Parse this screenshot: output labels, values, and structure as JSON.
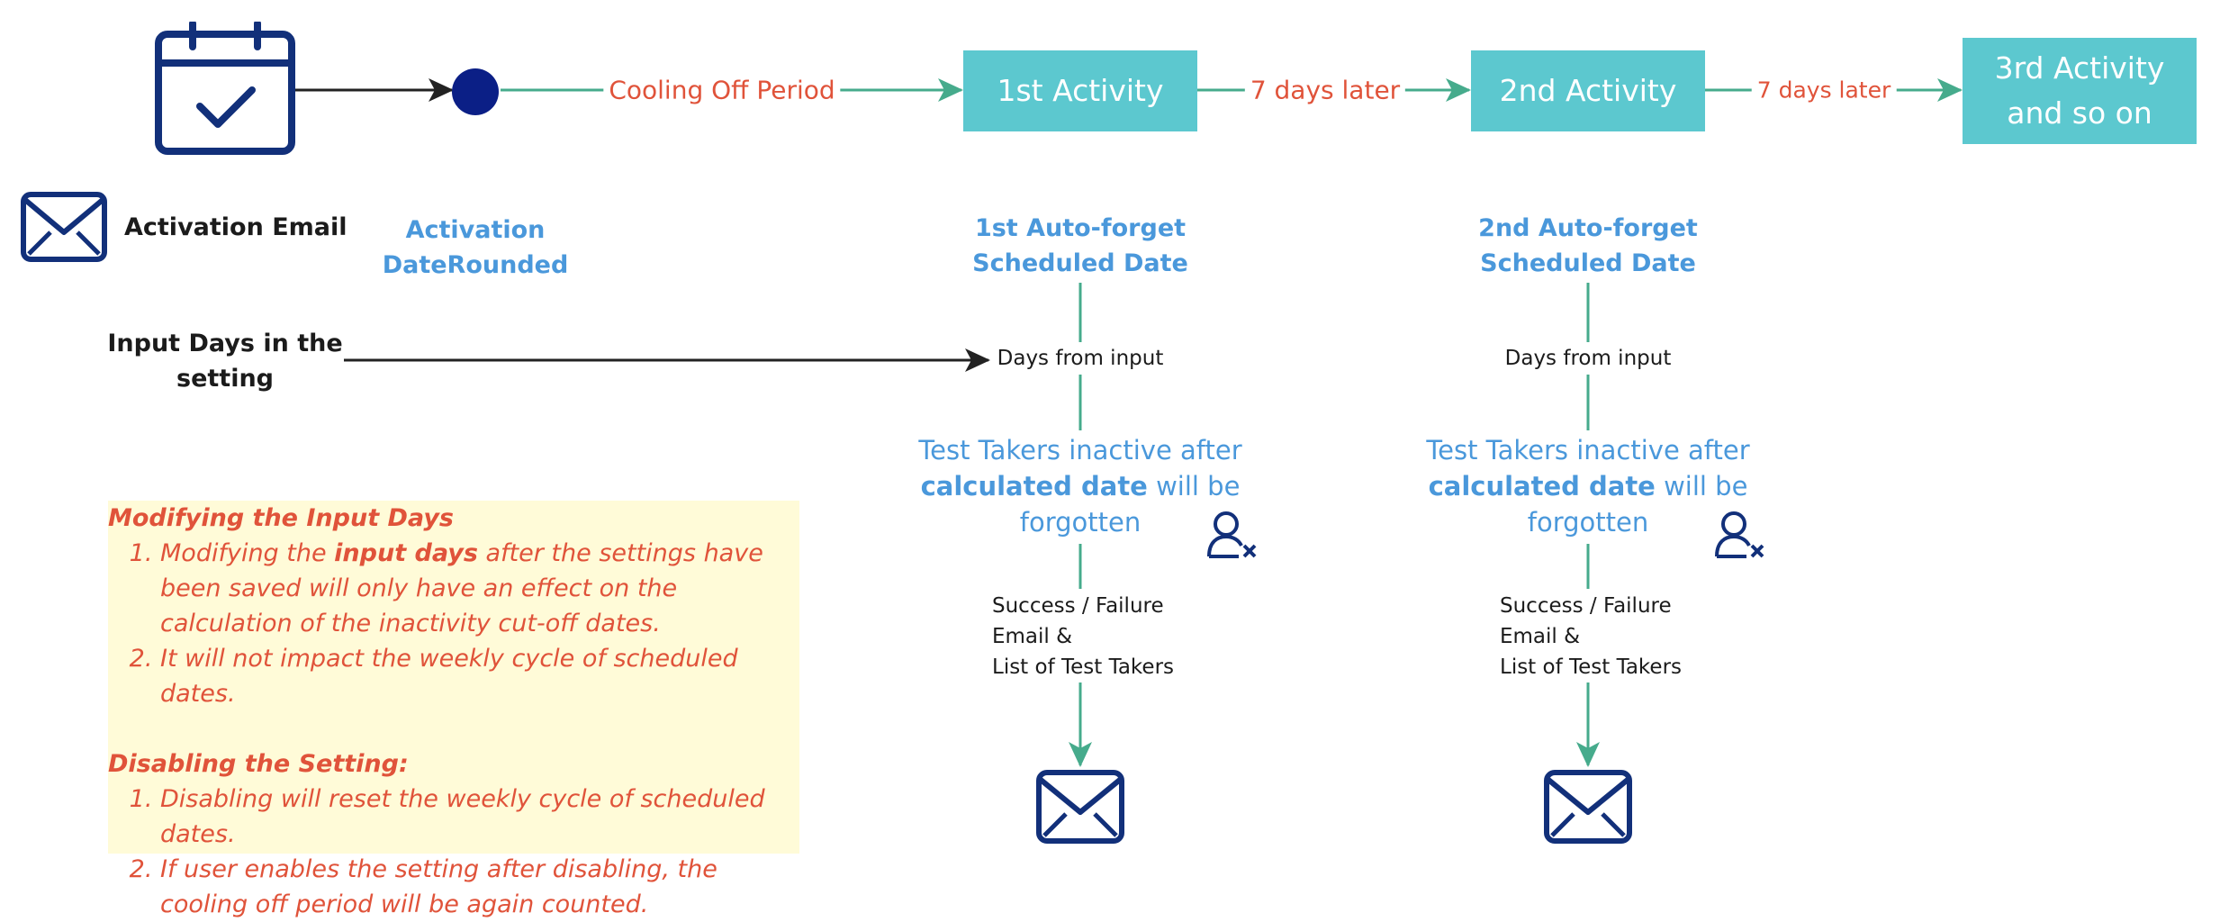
{
  "timeline": {
    "edge_cooling": "Cooling Off Period",
    "box1": "1st Activity",
    "edge_7days_1": "7 days later",
    "box2": "2nd Activity",
    "edge_7days_2": "7 days later",
    "box3_line1": "3rd Activity",
    "box3_line2": "and so on"
  },
  "left": {
    "activation_email": "Activation Email",
    "input_days_line1": "Input Days in the",
    "input_days_line2": "setting"
  },
  "activation": {
    "line1": "Activation",
    "line2": "DateRounded"
  },
  "column1": {
    "title_line1": "1st Auto-forget",
    "title_line2": "Scheduled Date",
    "days_from_input": "Days from input",
    "inactive_line1": "Test Takers inactive after",
    "inactive_bold": "calculated date",
    "inactive_rest": " will be",
    "inactive_line3": "forgotten",
    "result_line1": "Success / Failure",
    "result_line2": "Email &",
    "result_line3": "List of Test Takers"
  },
  "column2": {
    "title_line1": "2nd Auto-forget",
    "title_line2": "Scheduled Date",
    "days_from_input": "Days from input",
    "inactive_line1": "Test Takers inactive after",
    "inactive_bold": "calculated date",
    "inactive_rest": " will be",
    "inactive_line3": "forgotten",
    "result_line1": "Success / Failure",
    "result_line2": "Email &",
    "result_line3": "List of Test Takers"
  },
  "notes": {
    "heading1": "Modifying the Input Days",
    "item1_pre": "Modifying the ",
    "item1_bold": "input days",
    "item1_post": " after the settings have been saved will only have an effect on the calculation of the inactivity cut-off dates.",
    "item2": "It will not impact the weekly cycle of scheduled dates.",
    "heading2": "Disabling the Setting:",
    "item3": "Disabling will reset the weekly cycle of scheduled dates.",
    "item4": "If user enables the setting after disabling, the cooling off period will be again counted."
  },
  "colors": {
    "teal_box": "#5cc8cf",
    "arrow_green": "#46ab8c",
    "label_red": "#e0533a",
    "label_blue": "#4a98db",
    "icon_navy": "#12307a",
    "note_bg": "#fffbd8"
  },
  "icons": [
    "calendar-check-icon",
    "envelope-icon",
    "user-remove-icon",
    "milestone-dot"
  ]
}
